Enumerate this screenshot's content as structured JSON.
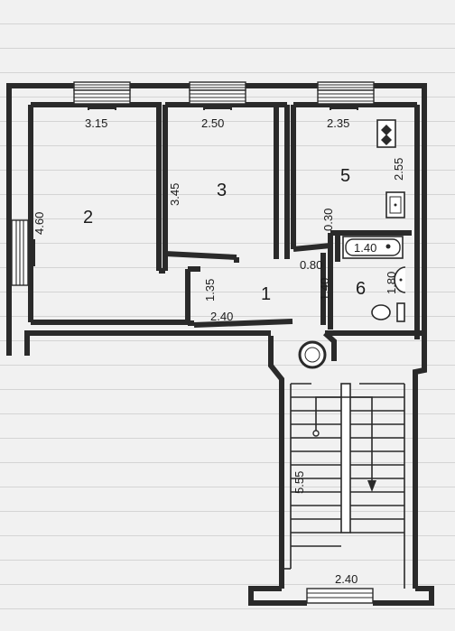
{
  "rooms": [
    {
      "id": "1",
      "label": "1"
    },
    {
      "id": "2",
      "label": "2"
    },
    {
      "id": "3",
      "label": "3"
    },
    {
      "id": "5",
      "label": "5"
    },
    {
      "id": "6",
      "label": "6"
    }
  ],
  "dimensions": {
    "room2_width": "3.15",
    "room2_height": "4.60",
    "room3_width": "2.50",
    "room3_height": "3.45",
    "room5_width": "2.35",
    "room5_height": "2.55",
    "room5_gap": "0.30",
    "hall_depth": "1.35",
    "hall_width": "2.40",
    "hall_passage": "0.80",
    "hall_height": "1.40",
    "bath_width": "1.40",
    "bath_height": "1.80",
    "stair_length": "5.55",
    "stair_width": "2.40"
  }
}
